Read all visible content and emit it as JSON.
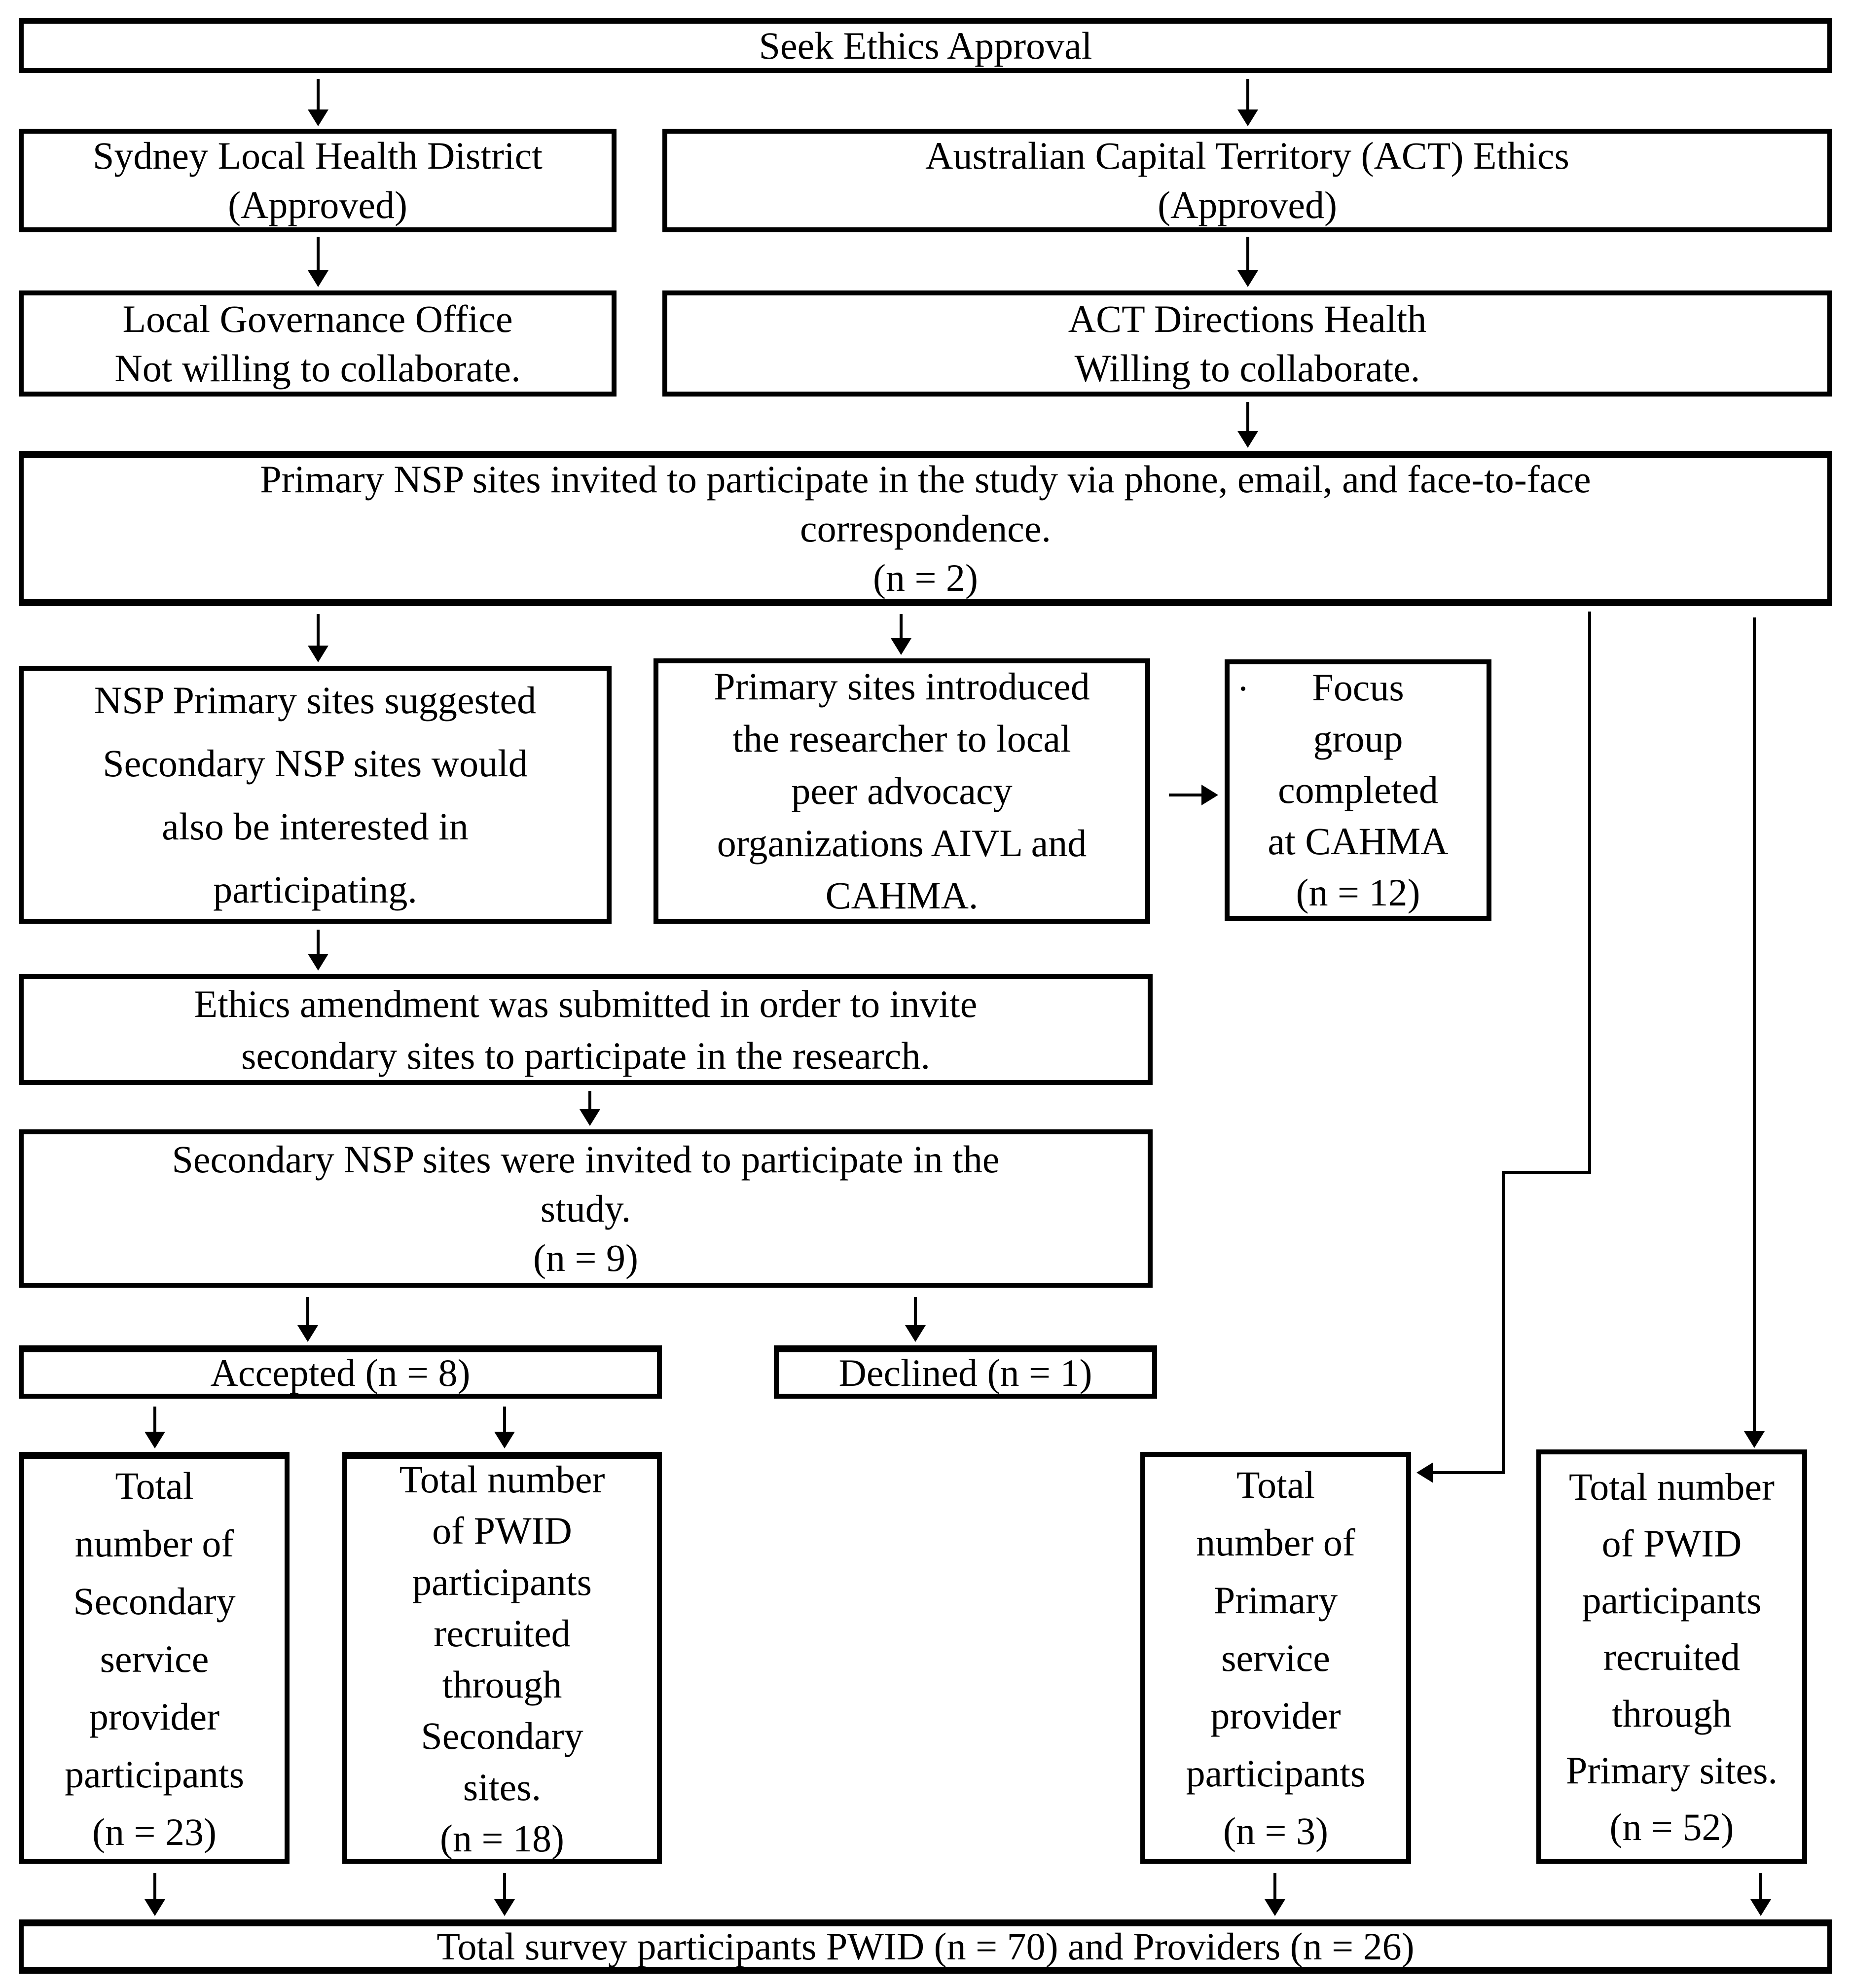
{
  "colors": {
    "line": "#000000",
    "background": "#ffffff",
    "text": "#000000"
  },
  "nodes": {
    "seek": {
      "lines": [
        "Seek Ethics Approval"
      ]
    },
    "sydney": {
      "lines": [
        "Sydney Local Health District",
        "(Approved)"
      ]
    },
    "act_ethics": {
      "lines": [
        "Australian Capital Territory (ACT) Ethics",
        "(Approved)"
      ]
    },
    "local_gov": {
      "lines": [
        "Local Governance Office",
        "Not willing to collaborate."
      ]
    },
    "act_directions": {
      "lines": [
        "ACT Directions Health",
        "Willing to collaborate."
      ]
    },
    "primary_invited": {
      "lines": [
        "Primary NSP sites invited to participate in the study via phone, email, and face-to-face",
        "correspondence.",
        "(n = 2)"
      ]
    },
    "suggested": {
      "lines": [
        "NSP Primary sites suggested",
        "Secondary NSP sites would",
        "also be interested in",
        "participating."
      ]
    },
    "introduced": {
      "lines": [
        "Primary sites introduced",
        "the researcher to local",
        "peer advocacy",
        "organizations AIVL and",
        "CAHMA."
      ]
    },
    "focus_group": {
      "lines": [
        "Focus",
        "group",
        "completed",
        "at CAHMA",
        "(n = 12)"
      ]
    },
    "ethics_amendment": {
      "lines": [
        "Ethics amendment was submitted in order to invite",
        "secondary sites to participate in the research."
      ]
    },
    "secondary_invited": {
      "lines": [
        "Secondary NSP sites were invited to participate in the",
        "study.",
        "(n = 9)"
      ]
    },
    "accepted": {
      "lines": [
        "Accepted (n = 8)"
      ]
    },
    "declined": {
      "lines": [
        "Declined (n = 1)"
      ]
    },
    "total_secondary_providers": {
      "lines": [
        "Total",
        "number of",
        "Secondary",
        "service",
        "provider",
        "participants",
        "(n = 23)"
      ]
    },
    "pwid_secondary": {
      "lines": [
        "Total number",
        "of PWID",
        "participants",
        "recruited",
        "through",
        "Secondary",
        "sites.",
        "(n = 18)"
      ]
    },
    "total_primary_providers": {
      "lines": [
        "Total",
        "number of",
        "Primary",
        "service",
        "provider",
        "participants",
        "(n = 3)"
      ]
    },
    "pwid_primary": {
      "lines": [
        "Total number",
        "of PWID",
        "participants",
        "recruited",
        "through",
        "Primary sites.",
        "(n = 52)"
      ]
    },
    "total_survey": {
      "lines": [
        "Total survey participants PWID (n = 70) and Providers (n = 26)"
      ]
    }
  }
}
